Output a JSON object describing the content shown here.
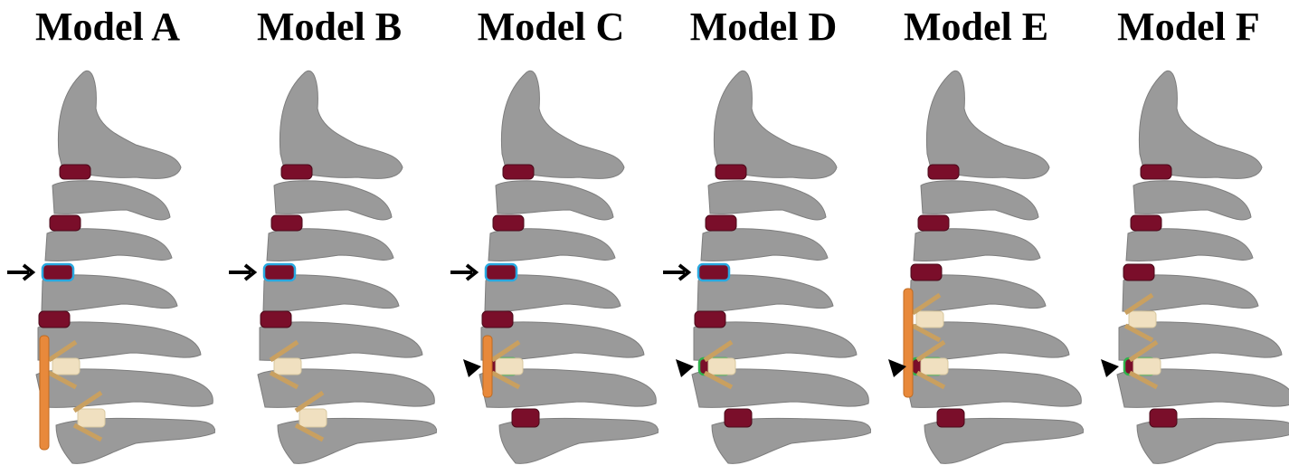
{
  "colors": {
    "vertebra": "#9a9a9a",
    "disc": "#7a0e2a",
    "highlight_adjacent_upper": "#29a9e0",
    "highlight_adjacent_lower": "#2fb24c",
    "plate": "#e8893b",
    "cage": "#f0e0c0",
    "screw": "#c9a060"
  },
  "panels": [
    {
      "title": "Model A",
      "plate_levels": [
        4,
        5
      ],
      "cage_levels": [
        4,
        5
      ],
      "arrow": true,
      "arrowhead": false
    },
    {
      "title": "Model B",
      "plate_levels": [],
      "cage_levels": [
        4,
        5
      ],
      "arrow": true,
      "arrowhead": false
    },
    {
      "title": "Model C",
      "plate_levels": [
        4
      ],
      "cage_levels": [
        4
      ],
      "arrow": true,
      "arrowhead": true
    },
    {
      "title": "Model D",
      "plate_levels": [],
      "cage_levels": [
        4
      ],
      "arrow": true,
      "arrowhead": true
    },
    {
      "title": "Model E",
      "plate_levels": [
        3,
        4
      ],
      "cage_levels": [
        3,
        4
      ],
      "arrow": false,
      "arrowhead": true
    },
    {
      "title": "Model F",
      "plate_levels": [],
      "cage_levels": [
        3,
        4
      ],
      "arrow": false,
      "arrowhead": true
    }
  ]
}
